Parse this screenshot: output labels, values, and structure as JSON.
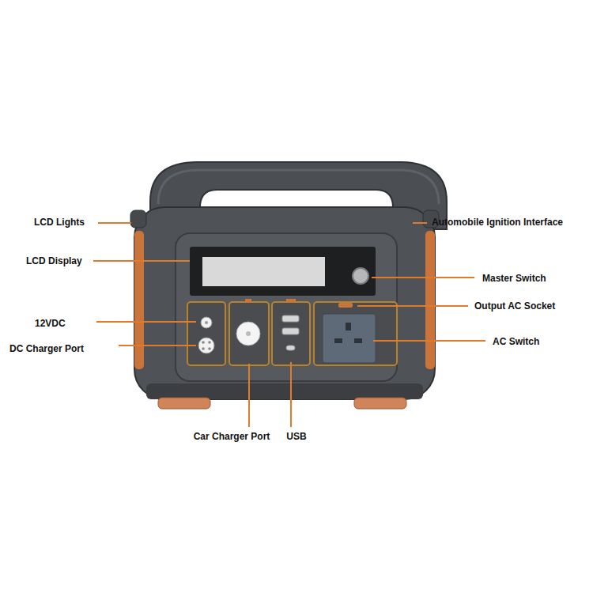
{
  "diagram": {
    "labels": [
      "LCD Lights",
      "LCD Display",
      "12VDC",
      "DC Charger Port",
      "Car Charger Port",
      "USB",
      "Automobile Ignition Interface",
      "Master Switch",
      "Output AC Socket",
      "AC Switch"
    ]
  }
}
